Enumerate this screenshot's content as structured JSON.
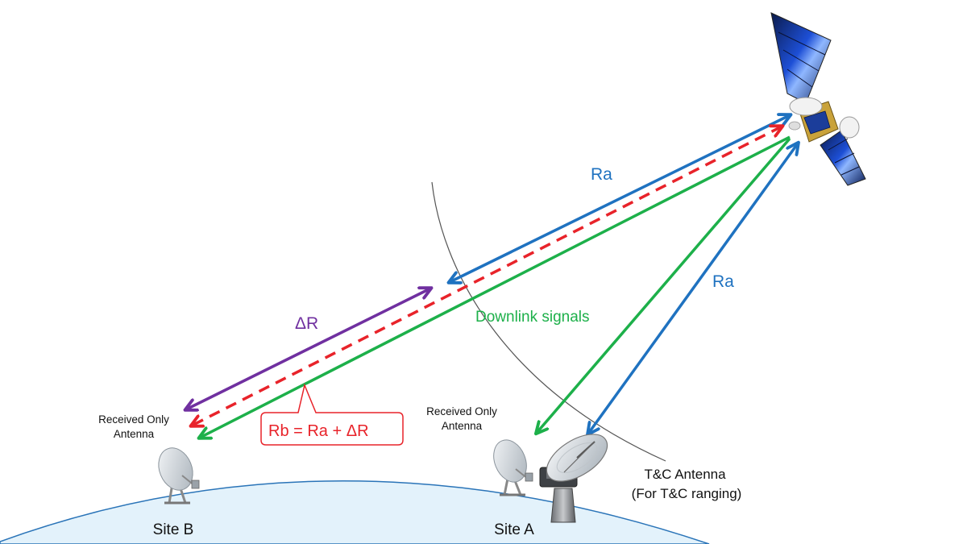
{
  "labels": {
    "ra_top": "Ra",
    "ra_right": "Ra",
    "delta_r": "ΔR",
    "downlink": "Downlink signals",
    "rb_formula": "Rb = Ra + ΔR",
    "site_b_antenna_line1": "Received Only",
    "site_b_antenna_line2": "Antenna",
    "site_a_antenna_line1": "Received Only",
    "site_a_antenna_line2": "Antenna",
    "tc_antenna_line1": "T&C Antenna",
    "tc_antenna_line2": "(For T&C ranging)",
    "site_b": "Site B",
    "site_a": "Site A"
  },
  "colors": {
    "ranging_blue": "#1f72c0",
    "downlink_green": "#1db04a",
    "delta_purple": "#7030a0",
    "rb_red": "#e8232a",
    "earth_fill": "#e3f2fb",
    "earth_stroke": "#2a74b8"
  },
  "icons": {
    "satellite": "satellite-icon",
    "site_b_dish": "dish-antenna-icon",
    "site_a_dish": "dish-antenna-icon",
    "tc_antenna": "tracking-antenna-icon"
  }
}
